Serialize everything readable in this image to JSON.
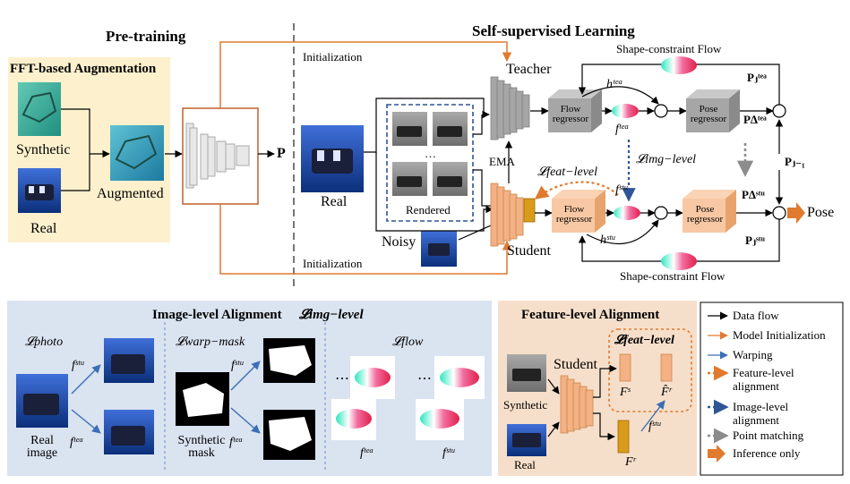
{
  "sections": {
    "pretraining": "Pre-training",
    "ssl": "Self-supervised Learning",
    "fft": "FFT-based Augmentation",
    "image_align": "Image-level Alignment",
    "image_align_loss": "𝓛img−level",
    "feature_align": "Feature-level Alignment"
  },
  "pretrain": {
    "synthetic": "Synthetic",
    "real": "Real",
    "augmented": "Augmented",
    "output": "P"
  },
  "ssl": {
    "init_top": "Initialization",
    "init_bottom": "Initialization",
    "real": "Real",
    "rendered": "Rendered",
    "dots": "…",
    "noisy": "Noisy",
    "teacher": "Teacher",
    "student": "Student",
    "ema": "EMA",
    "flow_regressor": "Flow regressor",
    "pose_regressor": "Pose regressor",
    "shape_flow": "Shape-constraint Flow",
    "h_tea": "hᵗᵉᵃ",
    "h_stu": "hˢᵗᵘ",
    "f_tea": "fᵗᵉᵃ",
    "f_stu": "fˢᵗᵘ",
    "l_feat": "𝓛feat−level",
    "l_img": "𝓛img−level",
    "pj_tea": "Pⱼᵗᵉᵃ",
    "pd_tea": "P∆ᵗᵉᵃ",
    "pj1": "Pⱼ₋₁",
    "pd_stu": "P∆ˢᵗᵘ",
    "pj_stu": "Pⱼˢᵗᵘ",
    "pose": "Pose",
    "otimes": "⊗",
    "oplus": "⊕"
  },
  "image_level": {
    "l_photo": "𝓛photo",
    "l_warp": "𝓛warp−mask",
    "l_flow": "𝓛flow",
    "real_image": "Real image",
    "synthetic_mask": "Synthetic mask",
    "f_stu": "fˢᵗᵘ",
    "f_tea": "fᵗᵉᵃ",
    "dots": "⋯"
  },
  "feature_level": {
    "student": "Student",
    "synthetic": "Synthetic",
    "real": "Real",
    "l_feat": "𝓛feat−level",
    "fs": "Fˢ",
    "fr_hat": "F̂ʳ",
    "fr": "Fʳ",
    "f_stu": "fˢᵗᵘ"
  },
  "legend": [
    {
      "label": "Data flow",
      "color": "#000000",
      "style": "solid"
    },
    {
      "label": "Model Initialization",
      "color": "#e07a2e",
      "style": "solid"
    },
    {
      "label": "Warping",
      "color": "#3b6fb6",
      "style": "solid"
    },
    {
      "label": "Feature-level alignment",
      "color": "#e07a2e",
      "style": "dotted"
    },
    {
      "label": "Image-level alignment",
      "color": "#2f5597",
      "style": "dotted"
    },
    {
      "label": "Point matching",
      "color": "#8c8c8c",
      "style": "dotted"
    },
    {
      "label": "Inference only",
      "color": "#e07a2e",
      "style": "block-arrow"
    }
  ],
  "colors": {
    "pretrain_bg": "#fdf1cd",
    "image_align_bg": "#dae3f0",
    "feature_align_bg": "#f6dfca",
    "teacher": "#a6a6a6",
    "student": "#f4b183",
    "orange": "#e07a2e",
    "blue": "#2f5597"
  }
}
